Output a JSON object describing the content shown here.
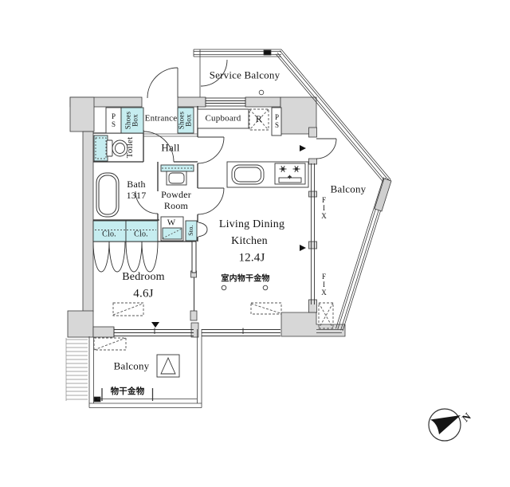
{
  "title": "1LDK apartment floor plan",
  "labels": {
    "service_balcony": "Service Balcony",
    "ps_left": "PS",
    "shoes_box_left": "Shoes\nBox",
    "entrance": "Entrance",
    "shoes_box_right": "Shoes\nBox",
    "cupboard": "Cupboard",
    "refrigerator": "R",
    "ps_right": "PS",
    "toilet": "Toilet",
    "hall": "Hall",
    "bath": "Bath\n1317",
    "powder_room": "Powder\nRoom",
    "washer": "W",
    "storage": "Sto.",
    "closet_left": "Clo.",
    "closet_right": "Clo.",
    "bedroom": "Bedroom",
    "bedroom_size": "4.6J",
    "living_line1": "Living Dining",
    "living_line2": "Kitchen",
    "living_size": "12.4J",
    "indoor_pole": "室内物干金物",
    "balcony_east": "Balcony",
    "fix_upper": "FIX",
    "fix_lower": "FIX",
    "balcony_south": "Balcony",
    "pole_south": "物干金物",
    "north_mark": "N"
  },
  "colors": {
    "highlight_cyan": "#c6edf0",
    "wall_fill": "#d7d7d7",
    "line": "#333333",
    "background": "#ffffff"
  }
}
